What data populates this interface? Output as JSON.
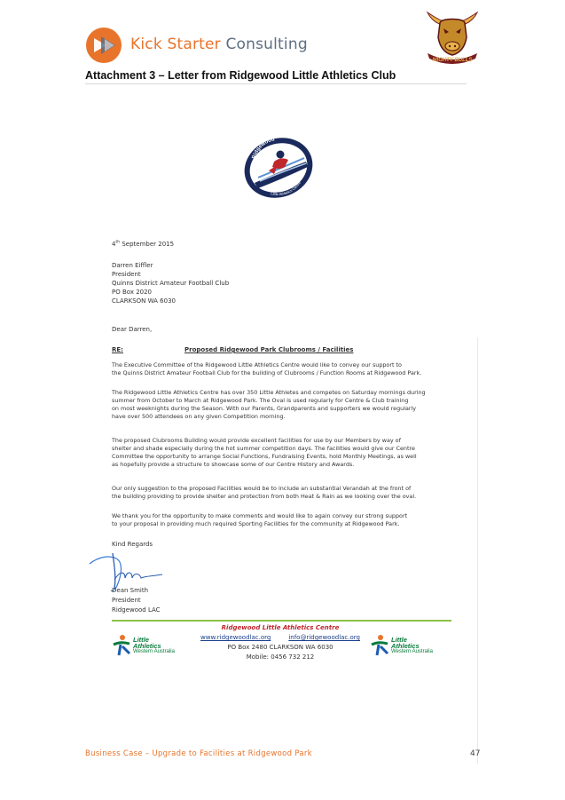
{
  "header": {
    "brand_kick": "Kick Starter",
    "brand_consulting": "Consulting",
    "attachment_title": "Attachment 3 – Letter from Ridgewood Little Athletics Club"
  },
  "letter": {
    "date_day": "4",
    "date_suffix": "th",
    "date_rest": "September 2015",
    "recipient": [
      "Darren Eiffler",
      "President",
      "Quinns District Amateur Football Club",
      "PO Box 2020",
      "CLARKSON WA 6030"
    ],
    "salutation": "Dear Darren,",
    "re_label": "RE:",
    "re_text": "Proposed Ridgewood Park Clubrooms / Facilities",
    "paragraphs": [
      [
        "The Executive Committee of the Ridgewood Little Athletics Centre would like to convey our support to",
        "the Quinns District Amateur Football Club for the building of Clubrooms / Function Rooms at Ridgewood Park."
      ],
      [
        "The Ridgewood Little Athletics Centre has over 350 Little Athletes and competes on Saturday mornings during",
        "summer from October to March at Ridgewood Park. The Oval is used regularly for Centre & Club training",
        "on most weeknights during the Season. With our Parents, Grandparents and supporters we would regularly",
        "have over 500 attendees on any given Competition morning."
      ],
      [
        "The proposed Clubrooms Building would provide excellent facilities for use by our Members by way of",
        "shelter and shade especially during the hot summer competition days. The facilities would give our Centre",
        "Committee the opportunity to arrange Social Functions, Fundraising Events, hold Monthly Meetings, as well",
        "as hopefully provide a structure to showcase some of our Centre History and Awards."
      ],
      [
        "Our only suggestion to the proposed Facilities would be to include an substantial Verandah at the front of",
        "the building providing to provide shelter and protection from both Heat & Rain as we looking over the oval."
      ],
      [
        "We thank you for the opportunity to make comments and would like to again convey our strong support",
        "to your proposal in providing much required Sporting Facilities for the community at Ridgewood Park."
      ]
    ],
    "closing": "Kind Regards",
    "signatory": [
      "Dean Smith",
      "President",
      "Ridgewood LAC"
    ],
    "logo_text_top": "Ridgewood",
    "logo_text_bottom": "Little Athletics Centre"
  },
  "letter_footer": {
    "org_name": "Ridgewood Little Athletics Centre",
    "website": "www.ridgewoodlac.org",
    "email": "info@ridgewoodlac.org",
    "address": "PO Box 2480 CLARKSON WA 6030",
    "mobile": "Mobile:   0456 732 212",
    "la_big": [
      "Little",
      "Athletics"
    ],
    "la_small": "Western Australia"
  },
  "page_footer": {
    "text": "Business Case – Upgrade to Facilities at Ridgewood Park",
    "page_number": "47"
  },
  "colors": {
    "brand_orange": "#e8742b",
    "brand_grey": "#5d6f82",
    "rlac_red": "#c0272d",
    "rlac_navy": "#1a2a5c",
    "la_green": "#0a7a3c",
    "rule_green": "#8ec24a"
  }
}
